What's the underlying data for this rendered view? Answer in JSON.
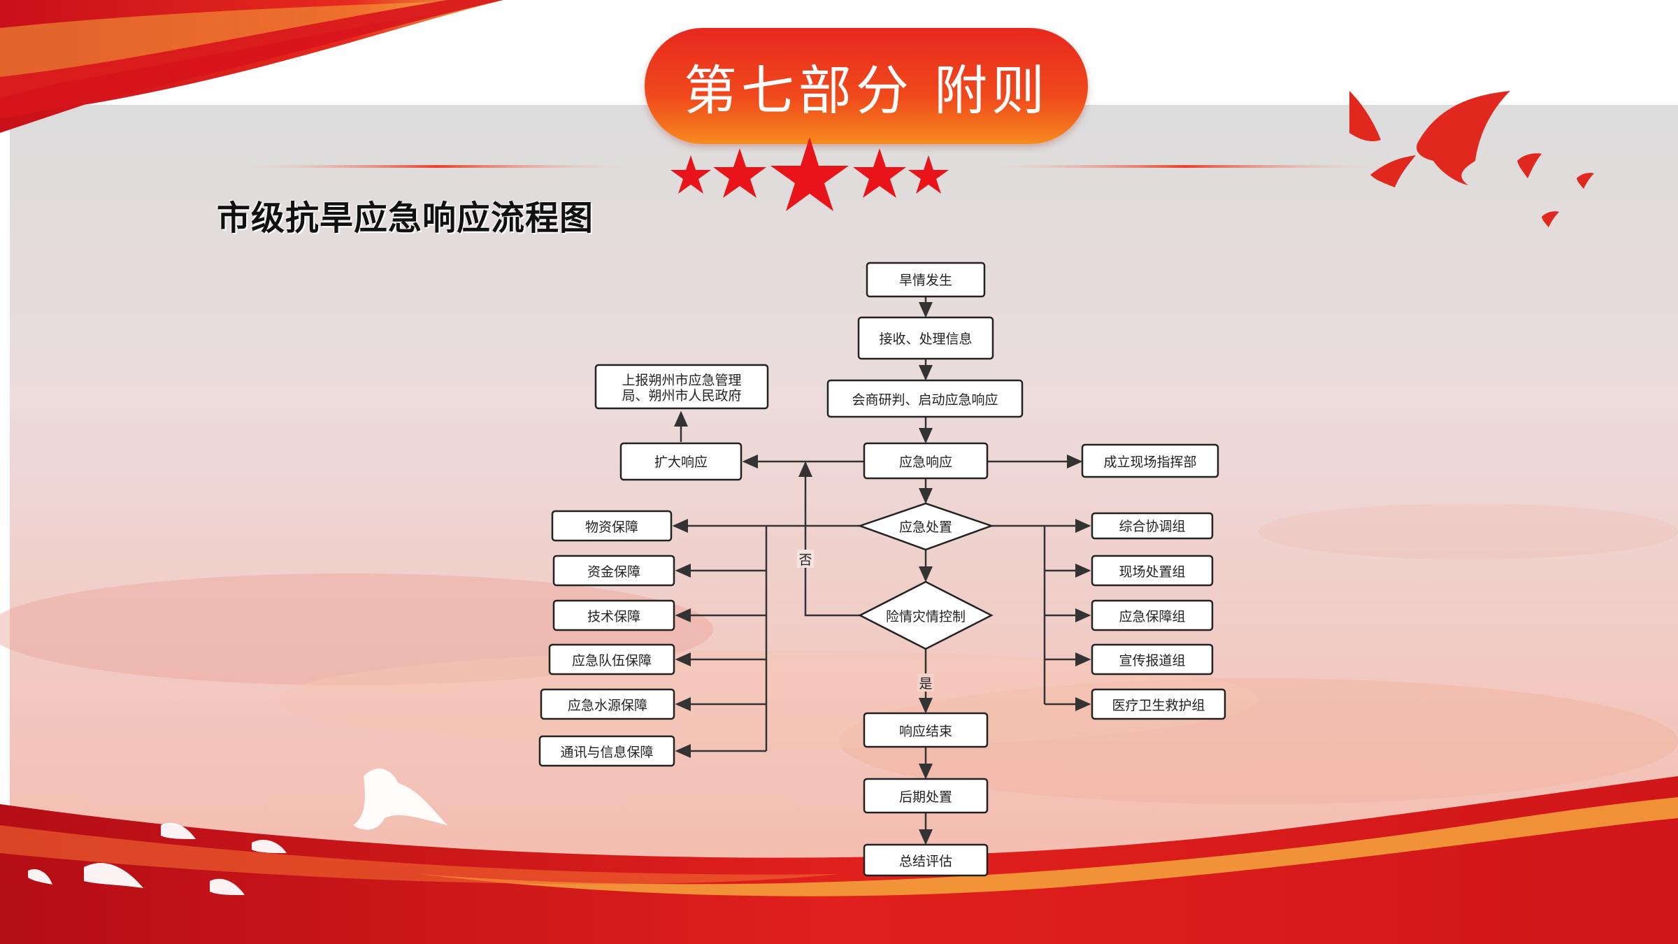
{
  "header": {
    "section_title": "第七部分  附则",
    "subtitle": "市级抗旱应急响应流程图"
  },
  "colors": {
    "banner_red": "#e8281e",
    "banner_orange": "#f88a1e",
    "ribbon_red": "#d4141a",
    "star_red": "#e8141a",
    "node_border": "#222222",
    "arrow": "#333333"
  },
  "flowchart": {
    "nodes": {
      "drought_occurs": "旱情发生",
      "receive_info": "接收、处理信息",
      "consult_start": "会商研判、启动应急响应",
      "emergency_response": "应急响应",
      "report_line1": "上报朔州市应急管理",
      "report_line2": "局、朔州市人民政府",
      "expand_response": "扩大响应",
      "field_hq": "成立现场指挥部",
      "emergency_handling": "应急处置",
      "danger_controlled": "险情灾情控制",
      "response_end": "响应结束",
      "post_handling": "后期处置",
      "summary_eval": "总结评估"
    },
    "left_supports": [
      "物资保障",
      "资金保障",
      "技术保障",
      "应急队伍保障",
      "应急水源保障",
      "通讯与信息保障"
    ],
    "right_groups": [
      "综合协调组",
      "现场处置组",
      "应急保障组",
      "宣传报道组",
      "医疗卫生救护组"
    ],
    "edge_labels": {
      "no": "否",
      "yes": "是"
    }
  }
}
